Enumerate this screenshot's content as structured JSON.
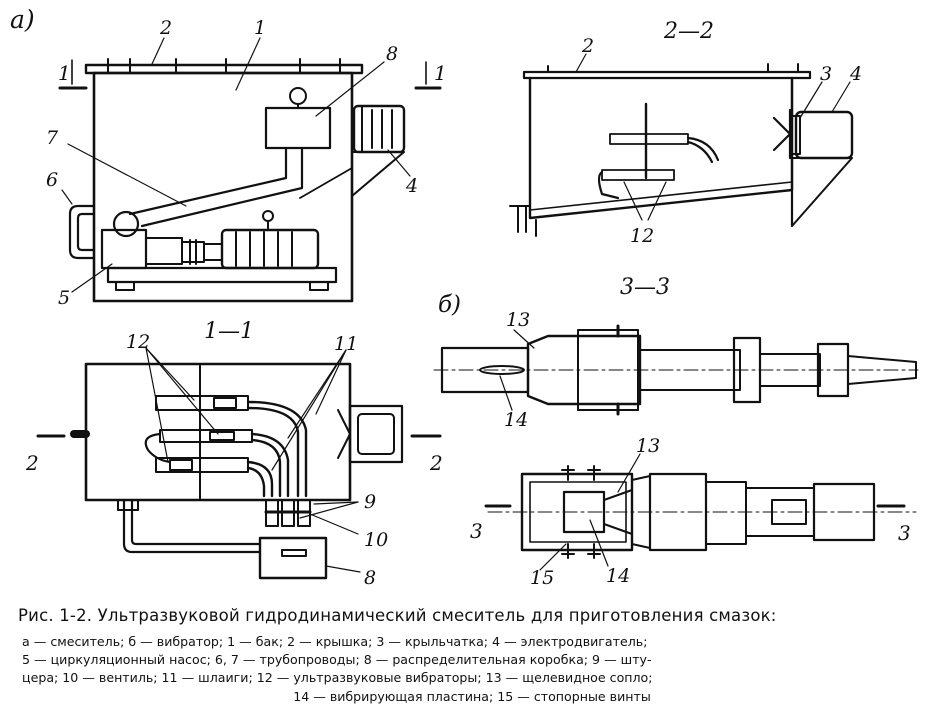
{
  "panels": {
    "a": "а)",
    "b": "б)"
  },
  "sections": {
    "s11": "1—1",
    "s22": "2—2",
    "s33": "3—3"
  },
  "section_marks": {
    "one": "1",
    "two": "2",
    "three": "3"
  },
  "callouts": {
    "n1": "1",
    "n2": "2",
    "n3": "3",
    "n4": "4",
    "n5": "5",
    "n6": "6",
    "n7": "7",
    "n8": "8",
    "n9": "9",
    "n10": "10",
    "n11": "11",
    "n12": "12",
    "n13": "13",
    "n14": "14",
    "n15": "15"
  },
  "caption": {
    "title": "Рис. 1-2. Ультразвуковой гидродинамический смеситель для приготовления смазок:",
    "legend": [
      "а — смеситель; б — вибратор; 1 — бак; 2 — крышка; 3 — крыльчатка; 4 — электродвигатель;",
      "5 — циркуляционный насос; 6, 7 — трубопроводы; 8 — распределительная коробка; 9 — шту-",
      "цера; 10 — вентиль; 11 — шлаиги; 12 — ультразвуковые вибраторы; 13 — щелевидное сопло;",
      "14 — вибрирующая пластина; 15 — стопорные винты"
    ]
  }
}
